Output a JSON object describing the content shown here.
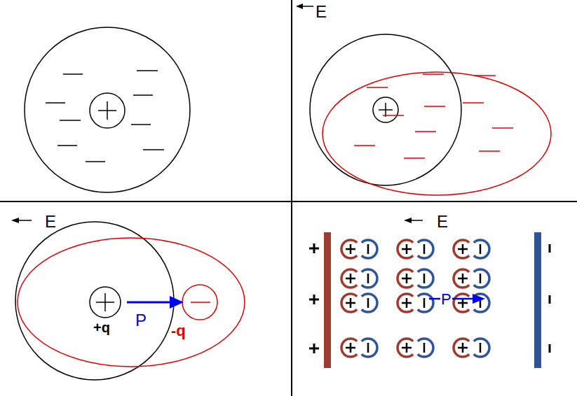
{
  "diagram": {
    "labels": [
      "E",
      "E",
      "E",
      "+q",
      "-q",
      "P",
      "P"
    ]
  }
}
